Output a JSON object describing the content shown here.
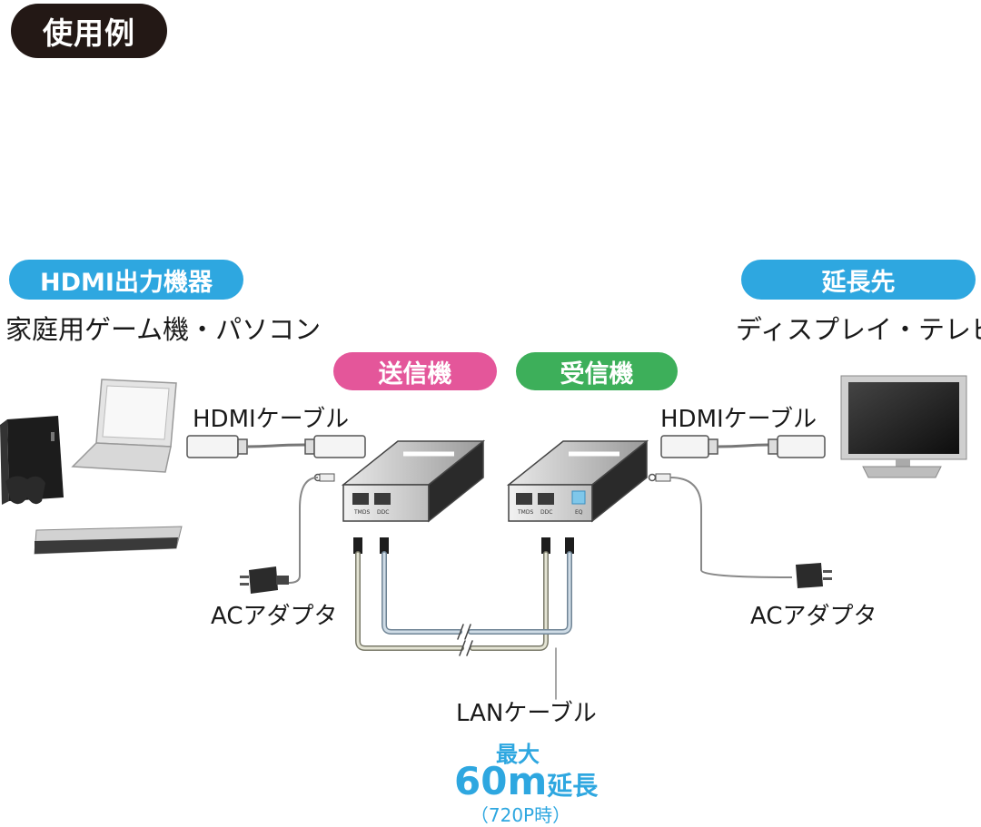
{
  "title": "使用例",
  "source": {
    "badge": "HDMI出力機器",
    "devices": "家庭用ゲーム機・パソコン"
  },
  "target": {
    "badge": "延長先",
    "devices": "ディスプレイ・テレビ"
  },
  "transmitter": {
    "label": "送信機",
    "ports": [
      "TMDS",
      "DDC"
    ]
  },
  "receiver": {
    "label": "受信機",
    "ports": [
      "TMDS",
      "DDC",
      "EQ"
    ]
  },
  "hdmi_cable_left": "HDMIケーブル",
  "hdmi_cable_right": "HDMIケーブル",
  "ac_adapter_left": "ACアダプタ",
  "ac_adapter_right": "ACアダプタ",
  "lan_cable": "LANケーブル",
  "distance": {
    "max": "最大",
    "number": "60m",
    "suffix": "延長",
    "note": "（720P時）"
  },
  "colors": {
    "title_bg": "#231815",
    "blue": "#2ea7e0",
    "pink": "#e4569a",
    "green": "#3daf5a"
  }
}
